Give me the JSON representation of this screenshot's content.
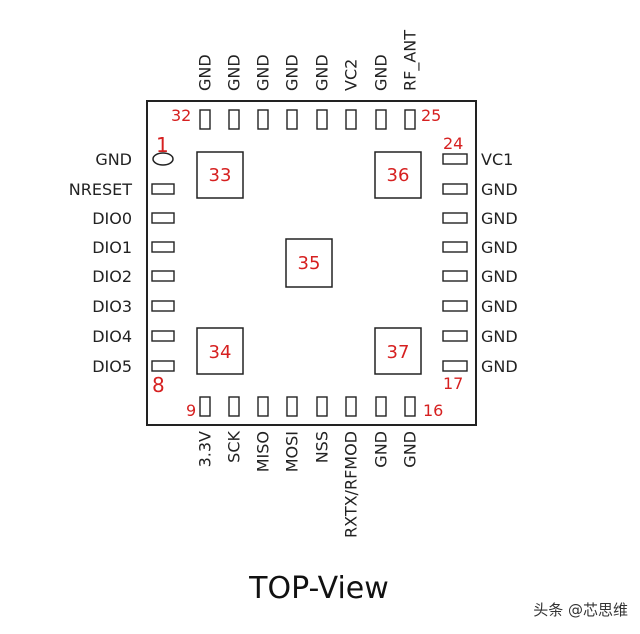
{
  "top_pins": [
    "GND",
    "GND",
    "GND",
    "GND",
    "GND",
    "VC2",
    "GND",
    "RF_ANT"
  ],
  "left_pins": [
    "GND",
    "NRESET",
    "DIO0",
    "DIO1",
    "DIO2",
    "DIO3",
    "DIO4",
    "DIO5"
  ],
  "right_pins": [
    "VC1",
    "GND",
    "GND",
    "GND",
    "GND",
    "GND",
    "GND",
    "GND"
  ],
  "bottom_pins": [
    "3.3V",
    "SCK",
    "MISO",
    "MOSI",
    "NSS",
    "RXTX/RFMOD",
    "GND",
    "GND"
  ],
  "pin_numbers": {
    "p1": "1",
    "p8": "8",
    "p9": "9",
    "p16": "16",
    "p17": "17",
    "p24": "24",
    "p25": "25",
    "p32": "32"
  },
  "center_pads": {
    "p33": "33",
    "p34": "34",
    "p35": "35",
    "p36": "36",
    "p37": "37"
  },
  "title": "TOP-View",
  "watermark": "头条 @芯思维",
  "colors": {
    "pin_numbers": "#d62020",
    "outline": "#222222",
    "text": "#222222"
  }
}
